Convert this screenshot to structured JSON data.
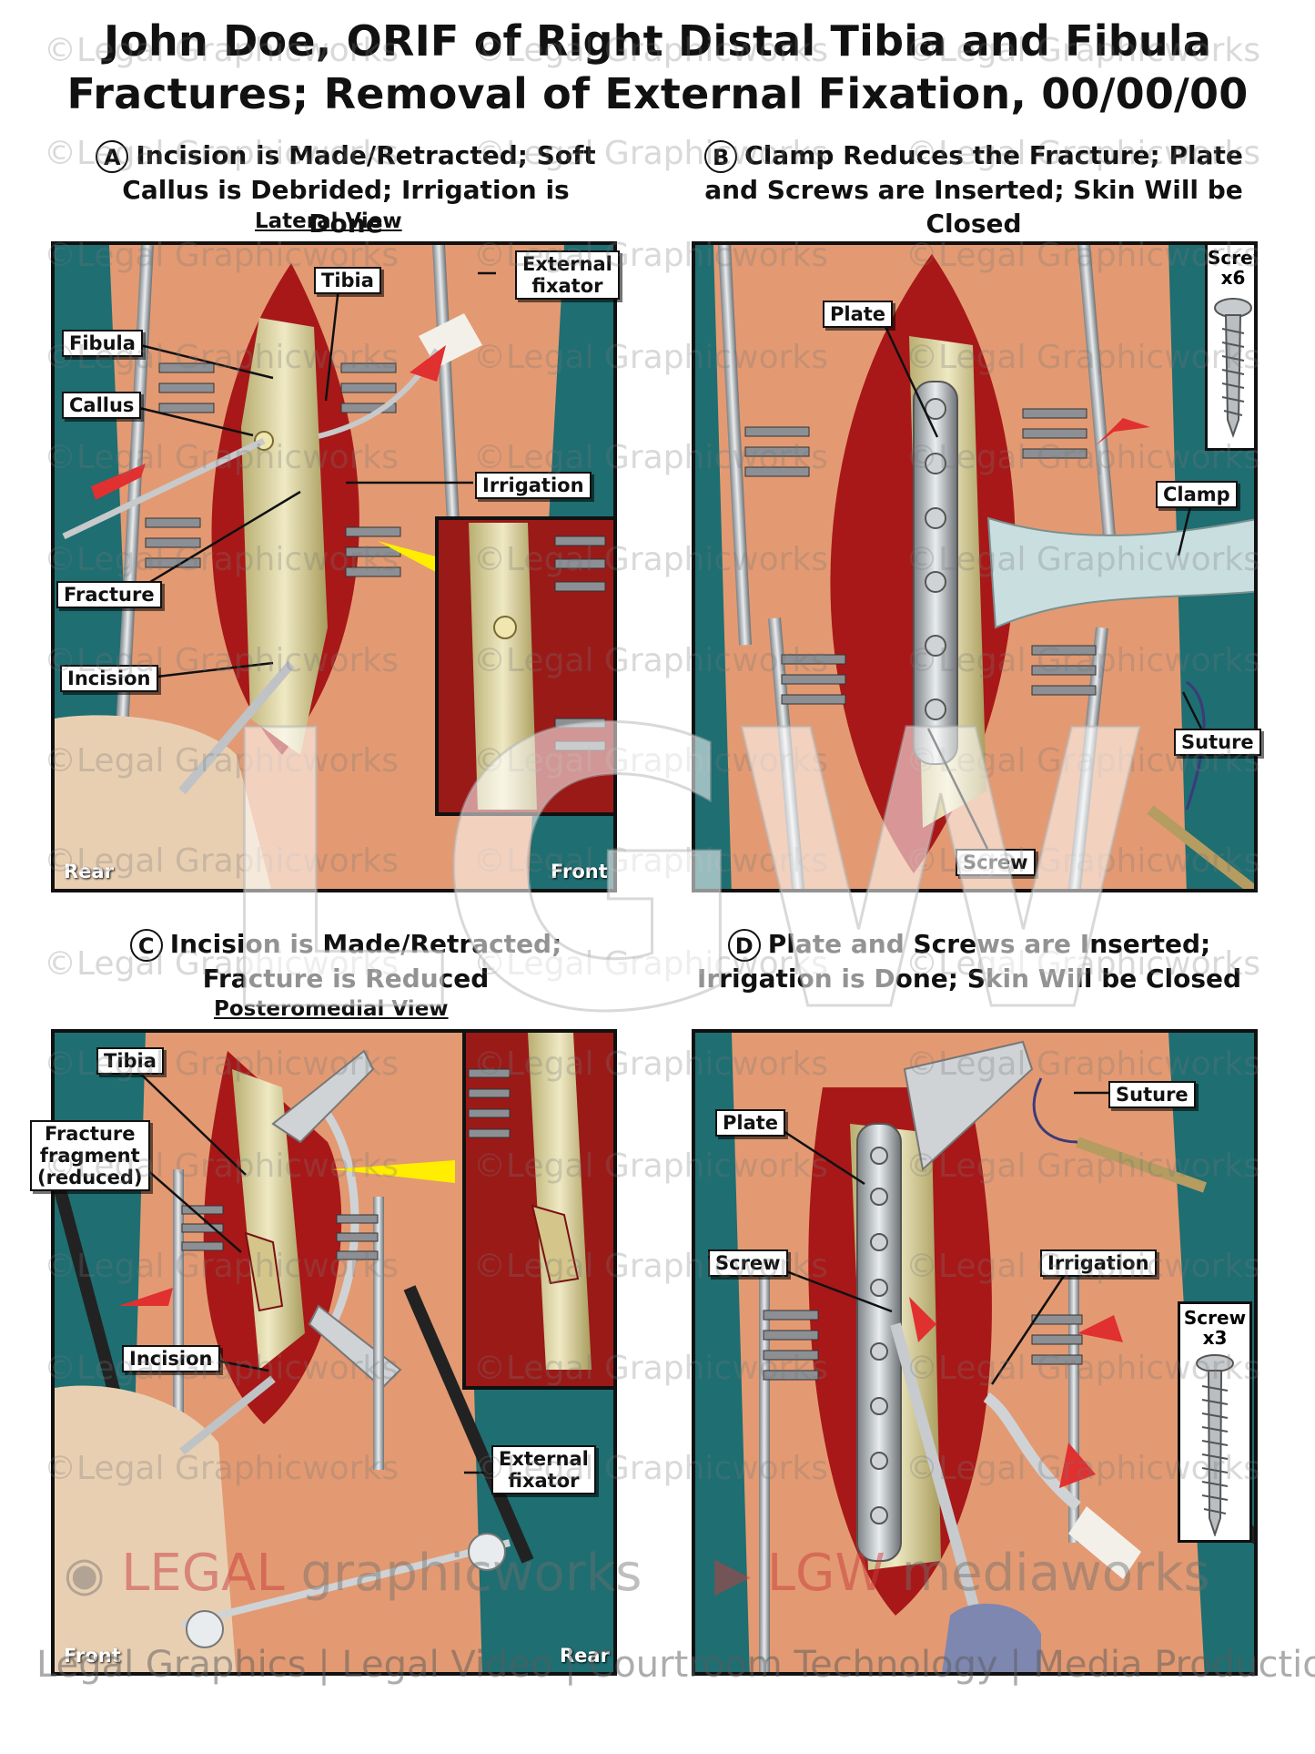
{
  "title": {
    "line1": "John Doe, ORIF of Right Distal Tibia and Fibula",
    "line2": "Fractures; Removal of External Fixation, 00/00/00"
  },
  "panels": {
    "a": {
      "badge": "A",
      "caption_line1": "Incision is Made/Retracted; Soft",
      "caption_line2": "Callus is Debrided; Irrigation is Done",
      "view": "Lateral View",
      "labels": {
        "tibia": "Tibia",
        "external_fixator_1": "External",
        "external_fixator_2": "fixator",
        "fibula": "Fibula",
        "callus": "Callus",
        "irrigation": "Irrigation",
        "fracture": "Fracture",
        "incision": "Incision"
      },
      "corner_left": "Rear",
      "corner_right": "Front"
    },
    "b": {
      "badge": "B",
      "caption_line1": "Clamp Reduces the Fracture; Plate",
      "caption_line2": "and Screws are Inserted; Skin Will be Closed",
      "labels": {
        "plate": "Plate",
        "screw_box_1": "Screw",
        "screw_box_2": "x6",
        "clamp": "Clamp",
        "suture": "Suture",
        "screw": "Screw"
      }
    },
    "c": {
      "badge": "C",
      "caption_line1": "Incision is Made/Retracted;",
      "caption_line2": "Fracture is Reduced",
      "view": "Posteromedial View",
      "labels": {
        "tibia": "Tibia",
        "fragment_1": "Fracture",
        "fragment_2": "fragment",
        "fragment_3": "(reduced)",
        "incision": "Incision",
        "external_fixator_1": "External",
        "external_fixator_2": "fixator"
      },
      "corner_left": "Front",
      "corner_right": "Rear"
    },
    "d": {
      "badge": "D",
      "caption_line1": "Plate and Screws are Inserted;",
      "caption_line2": "Irrigation is Done; Skin Will be Closed",
      "labels": {
        "suture": "Suture",
        "plate": "Plate",
        "screw": "Screw",
        "irrigation": "Irrigation",
        "screw_box_1": "Screw",
        "screw_box_2": "x3"
      }
    }
  },
  "watermark": {
    "text": "©Legal Graphicworks",
    "big": "LGW",
    "brand_left_1": "LEGAL",
    "brand_left_2": " graphicworks",
    "brand_right_1": "LGW",
    "brand_right_2": " mediaworks",
    "footer": "Legal Graphics | Legal Video | Courtroom Technology | Media Production"
  },
  "colors": {
    "background": "#ffffff",
    "teal_drape": "#1e6e72",
    "skin": "#e8a07a",
    "wound_red": "#a01818",
    "bone": "#e4dcb0",
    "metal": "#b9bec2",
    "highlight_yellow": "#ffee00",
    "arrow_red": "#e03030"
  }
}
